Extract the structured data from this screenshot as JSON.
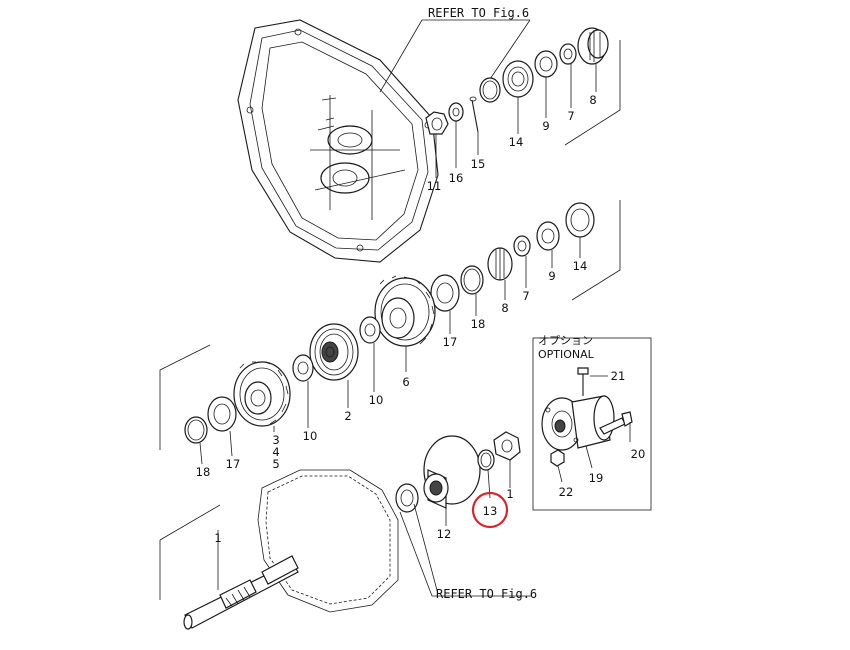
{
  "callouts": {
    "top": "REFER TO Fig.6",
    "bottom": "REFER TO Fig.6"
  },
  "optional_box": {
    "label_jp": "オプション",
    "label_en": "OPTIONAL"
  },
  "part_numbers": {
    "p8_top": "8",
    "p7_top": "7",
    "p9_top": "9",
    "p14_top": "14",
    "p15": "15",
    "p16": "16",
    "p11": "11",
    "p14_mid": "14",
    "p9_mid": "9",
    "p7_mid": "7",
    "p8_mid": "8",
    "p18_mid": "18",
    "p17_mid": "17",
    "p6": "6",
    "p10_mid": "10",
    "p2": "2",
    "p10_left": "10",
    "p3": "3",
    "p4": "4",
    "p5": "5",
    "p17_left": "17",
    "p18_left": "18",
    "p1": "1",
    "p12": "12",
    "p13": "13",
    "p11_low": "1",
    "p21": "21",
    "p20": "20",
    "p19": "19",
    "p22": "22"
  },
  "highlight": {
    "part": "13",
    "color": "#d9252a"
  }
}
